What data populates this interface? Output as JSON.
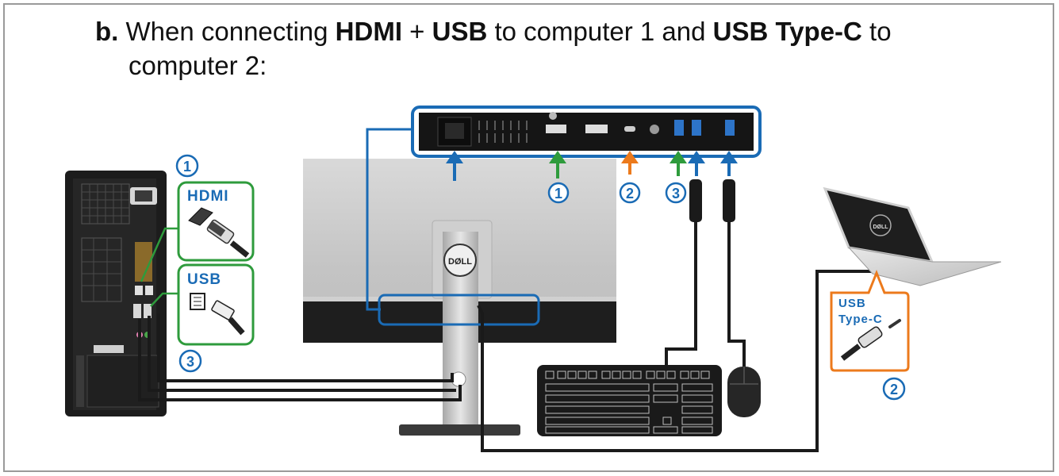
{
  "heading": {
    "marker": "b.",
    "text_1": " When connecting ",
    "bold_1": "HDMI",
    "text_2": " + ",
    "bold_2": "USB",
    "text_3": " to computer 1 and ",
    "bold_3": "USB Type-C",
    "text_4": " to",
    "line2": "computer 2:"
  },
  "labels": {
    "hdmi_box": "HDMI",
    "usb_box": "USB",
    "usbc_box_line1": "USB",
    "usbc_box_line2": "Type-C",
    "num_1": "1",
    "num_2": "2",
    "num_3": "3"
  },
  "logos": {
    "monitor_logo": "DØLL",
    "laptop_logo": "DØLL"
  },
  "colors": {
    "blue": "#1a6bb5",
    "green": "#2e9b3c",
    "orange": "#ec7a1c",
    "cable": "#1a1a1a"
  }
}
